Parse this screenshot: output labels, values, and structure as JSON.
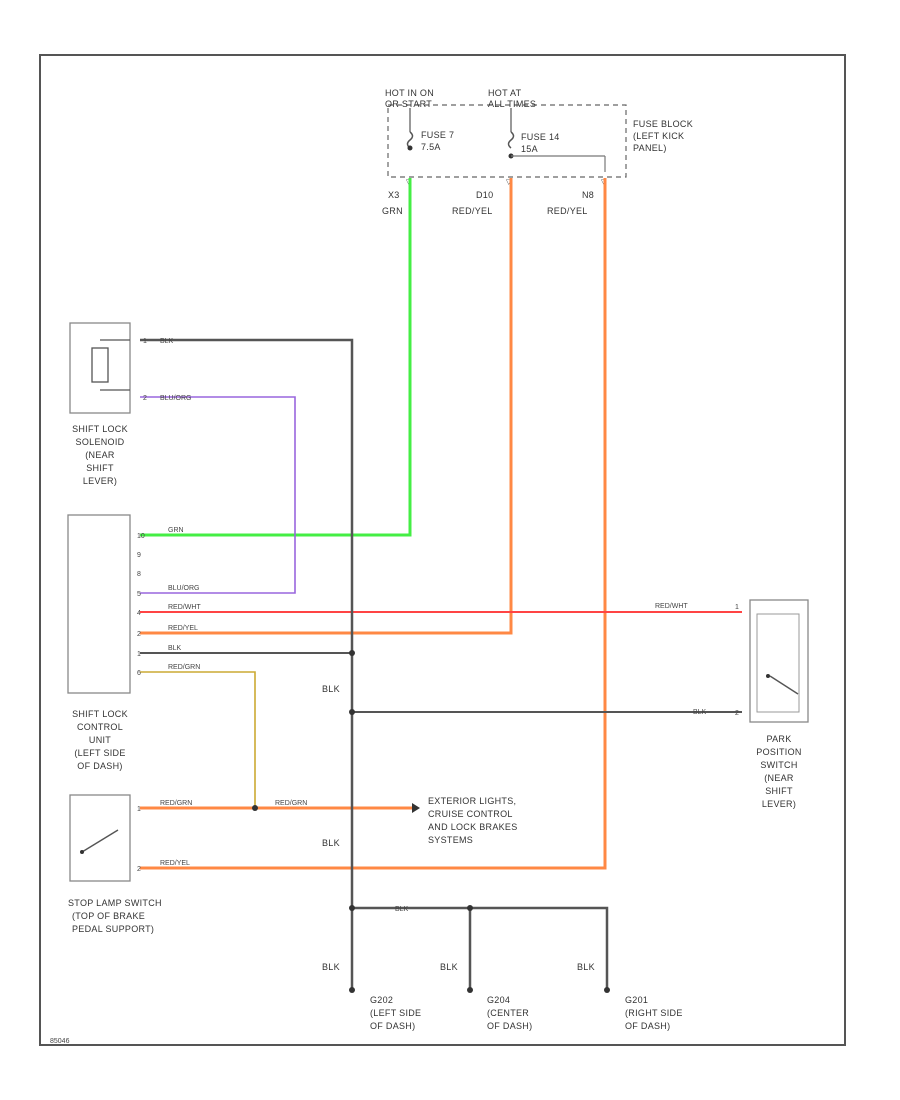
{
  "colors": {
    "frame": "#555555",
    "blk": "#555555",
    "grn": "#44ee44",
    "red_yel": "#ff8844",
    "red_wht": "#ff4444",
    "blu_org": "#9966dd",
    "red_grn": "#ccaa33"
  },
  "fuse_block": {
    "hot_run": [
      "HOT IN ON",
      "OR START"
    ],
    "hot_all": [
      "HOT AT",
      "ALL TIMES"
    ],
    "fuse7": [
      "FUSE 7",
      "7.5A"
    ],
    "fuse14": [
      "FUSE 14",
      "15A"
    ],
    "label": [
      "FUSE BLOCK",
      "(LEFT KICK",
      "PANEL)"
    ]
  },
  "wire_top": {
    "w1_num": "X3",
    "w1_color": "GRN",
    "w2_num": "D10",
    "w2_color": "RED/YEL",
    "w3_num": "N8",
    "w3_color": "RED/YEL"
  },
  "solenoid": {
    "pin1": "1",
    "pin2": "2",
    "wire1": "BLK",
    "wire2": "BLU/ORG",
    "label": [
      "SHIFT LOCK",
      "SOLENOID",
      "(NEAR",
      "SHIFT",
      "LEVER)"
    ]
  },
  "control_unit": {
    "pins": [
      "10",
      "9",
      "8",
      "5",
      "4",
      "2",
      "1",
      "6"
    ],
    "wires": [
      "GRN",
      "BLU/ORG",
      "RED/WHT",
      "RED/YEL",
      "BLK",
      "RED/GRN"
    ],
    "label": [
      "SHIFT LOCK",
      "CONTROL",
      "UNIT",
      "(LEFT SIDE",
      "OF DASH)"
    ]
  },
  "park_switch": {
    "pin1": "1",
    "pin2": "2",
    "wire1": "RED/WHT",
    "wire2": "BLK",
    "label": [
      "PARK",
      "POSITION",
      "SWITCH",
      "(NEAR",
      "SHIFT",
      "LEVER)"
    ]
  },
  "stop_switch": {
    "pin1": "1",
    "pin2": "2",
    "wire1": "RED/GRN",
    "wire2": "RED/GRN",
    "wire3": "RED/YEL",
    "label": [
      "STOP LAMP SWITCH",
      "(TOP OF BRAKE",
      "PEDAL SUPPORT)"
    ]
  },
  "exterior": {
    "label": [
      "EXTERIOR LIGHTS,",
      "CRUISE CONTROL",
      "AND LOCK BRAKES",
      "SYSTEMS"
    ]
  },
  "ground": {
    "blk": "BLK",
    "g1": [
      "G202",
      "(LEFT SIDE",
      "OF DASH)"
    ],
    "g2": [
      "G204",
      "(CENTER",
      "OF DASH)"
    ],
    "g3": [
      "G201",
      "(RIGHT SIDE",
      "OF DASH)"
    ]
  },
  "figure_id": "85046"
}
